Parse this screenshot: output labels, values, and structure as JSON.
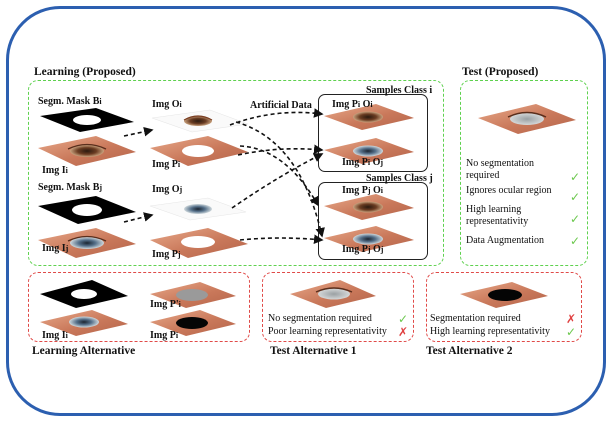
{
  "learning_proposed": {
    "title": "Learning (Proposed)",
    "mask_i": "Segm. Mask B",
    "mask_i_sub": "i",
    "img_i": "Img I",
    "img_i_sub": "i",
    "img_oi": "Img O",
    "img_oi_sub": "i",
    "img_pi": "Img P",
    "img_pi_sub": "i",
    "mask_j": "Segm. Mask B",
    "mask_j_sub": "j",
    "img_j": "Img I",
    "img_j_sub": "j",
    "img_oj": "Img O",
    "img_oj_sub": "j",
    "img_pj": "Img P",
    "img_pj_sub": "j",
    "artificial_data": "Artificial Data",
    "samples_i": "Samples Class i",
    "samples_j": "Samples Class j",
    "pi_oi": [
      "Img P",
      "i",
      "O",
      "i"
    ],
    "pi_oj": [
      "Img P",
      "i",
      "O",
      "j"
    ],
    "pj_oi": [
      "Img P",
      "j",
      "O",
      "i"
    ],
    "pj_oj": [
      "Img P",
      "j",
      "O",
      "j"
    ]
  },
  "test_proposed": {
    "title": "Test (Proposed)",
    "items": [
      "No segmentation required",
      "Ignores ocular region",
      "High learning representativity",
      "Data Augmentation"
    ]
  },
  "learning_alternative": {
    "title": "Learning Alternative",
    "img_i": "Img I",
    "img_i_sub": "i",
    "img_p_prime": "Img P'",
    "img_p_prime_sub": "i",
    "img_p": "Img P",
    "img_p_sub": "i"
  },
  "test_alt1": {
    "title": "Test Alternative 1",
    "items": [
      {
        "text": "No segmentation required",
        "mark": "✓"
      },
      {
        "text": "Poor learning representativity",
        "mark": "✗"
      }
    ]
  },
  "test_alt2": {
    "title": "Test Alternative 2",
    "items": [
      {
        "text": "Segmentation required",
        "mark": "✗"
      },
      {
        "text": "High learning representativity",
        "mark": "✓"
      }
    ]
  },
  "colors": {
    "frame": "#2c5fb0",
    "green": "#5fd14f",
    "red": "#e04a48",
    "check": "#6cc84e",
    "cross": "#e04040",
    "skin": "#d98f6a"
  }
}
